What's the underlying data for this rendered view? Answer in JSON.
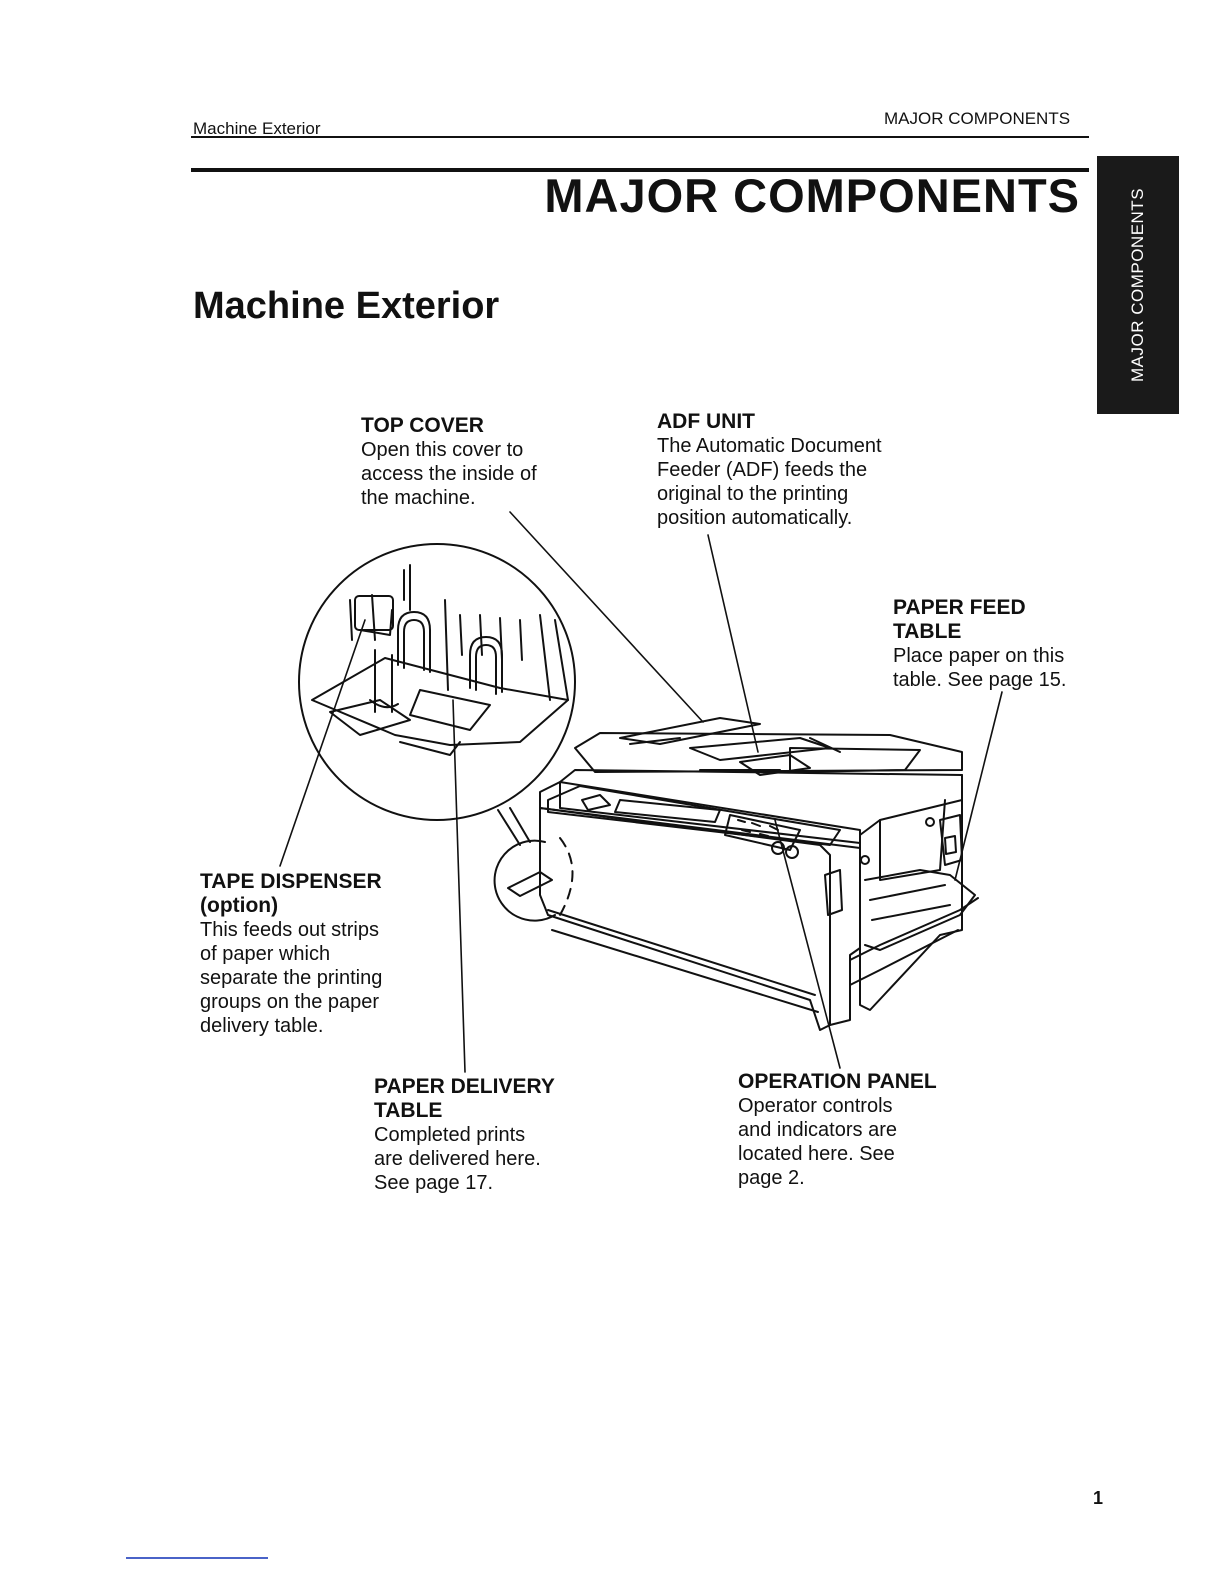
{
  "header": {
    "running_left": "Machine Exterior",
    "running_right": "MAJOR COMPONENTS"
  },
  "title": "MAJOR COMPONENTS",
  "section_title": "Machine Exterior",
  "side_tab": "MAJOR COMPONENTS",
  "callouts": {
    "top_cover": {
      "title": "TOP COVER",
      "lines": [
        "Open this cover to",
        "access the inside of",
        "the machine."
      ]
    },
    "adf_unit": {
      "title": "ADF UNIT",
      "lines": [
        "The Automatic Document",
        "Feeder (ADF) feeds the",
        "original to the printing",
        "position automatically."
      ]
    },
    "paper_feed_table": {
      "title_lines": [
        "PAPER FEED",
        "TABLE"
      ],
      "lines": [
        "Place paper on this",
        "table. See page 15."
      ]
    },
    "tape_dispenser": {
      "title_lines": [
        "TAPE DISPENSER",
        "(option)"
      ],
      "lines": [
        "This feeds out strips",
        "of paper which",
        "separate the printing",
        "groups on the paper",
        "delivery table."
      ]
    },
    "paper_delivery_table": {
      "title_lines": [
        "PAPER DELIVERY",
        "TABLE"
      ],
      "lines": [
        "Completed prints",
        "are delivered here.",
        "See page 17."
      ]
    },
    "operation_panel": {
      "title": "OPERATION PANEL",
      "lines": [
        "Operator controls",
        "and indicators are",
        "located here. See",
        "page 2."
      ]
    }
  },
  "page_number": "1",
  "colors": {
    "ink": "#111111",
    "tab_background": "#1a1a1a",
    "footer_rule": "#4a63c8"
  }
}
